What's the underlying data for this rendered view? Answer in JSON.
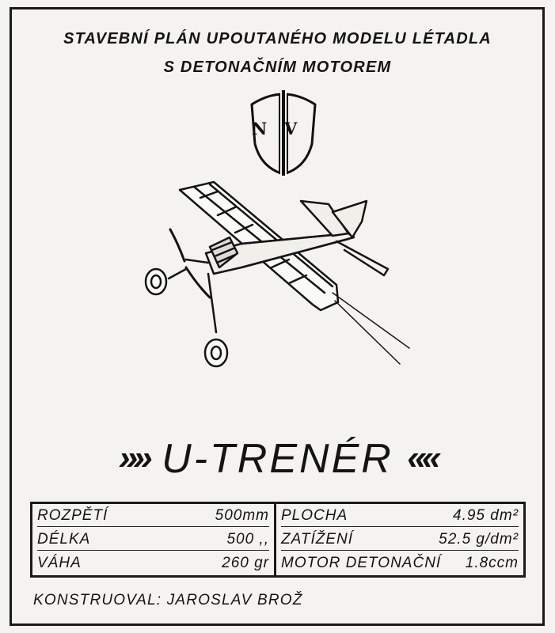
{
  "title": {
    "line1": "STAVEBNÍ PLÁN UPOUTANÉHO MODELU LÉTADLA",
    "line2": "S DETONAČNÍM MOTOREM"
  },
  "emblem": {
    "letter_left": "N",
    "letter_right": "V",
    "icon": "nv-shield-emblem-icon"
  },
  "illustration": {
    "icon": "control-line-airplane-icon"
  },
  "model_name": {
    "quote_open": "»",
    "name": "U-TRENÉR",
    "quote_close": "«"
  },
  "specs": {
    "left": [
      {
        "label": "ROZPĚTÍ",
        "value": "500mm"
      },
      {
        "label": "DÉLKA",
        "value": "500 ,,"
      },
      {
        "label": "VÁHA",
        "value": "260 gr"
      }
    ],
    "right": [
      {
        "label": "PLOCHA",
        "value": "4.95 dm²"
      },
      {
        "label": "ZATÍŽENÍ",
        "value": "52.5 g/dm²"
      },
      {
        "label": "MOTOR DETONAČNÍ",
        "value": "1.8ccm"
      }
    ]
  },
  "designer": "KONSTRUOVAL: JAROSLAV BROŽ",
  "colors": {
    "paper": "#f4f3ef",
    "ink": "#141414"
  }
}
